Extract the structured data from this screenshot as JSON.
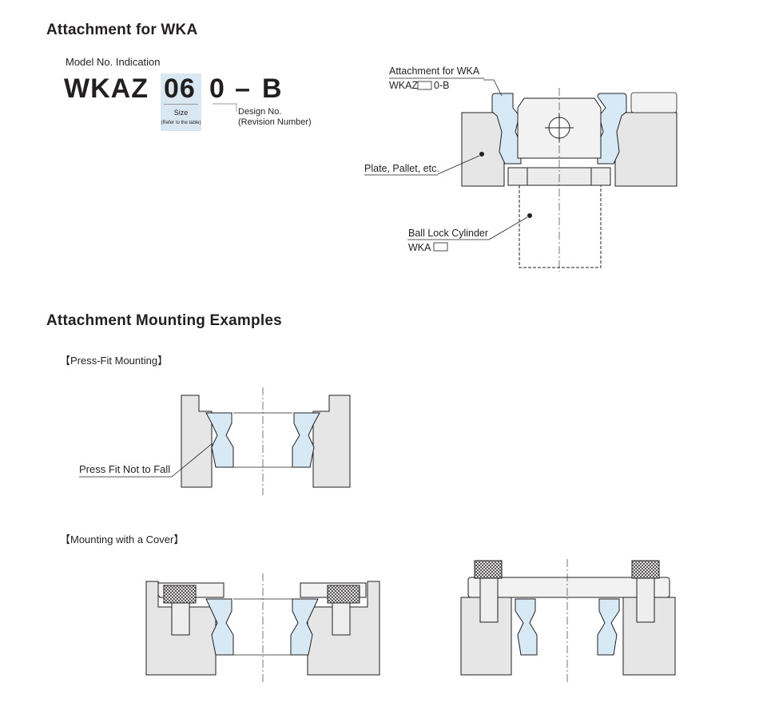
{
  "section1": {
    "title": "Attachment for WKA",
    "model_indication_label": "Model No. Indication",
    "code_prefix": "WKAZ",
    "code_size": "06",
    "code_design": "0",
    "code_dash": "–",
    "code_suffix": "B",
    "size_label": "Size",
    "size_note": "(Refer to the table)",
    "design_label": "Design No.",
    "design_note": "(Revision Number)"
  },
  "diagram1": {
    "attachment_label": "Attachment for WKA",
    "attachment_code_prefix": "WKAZ",
    "attachment_code_suffix": "0-B",
    "plate_label": "Plate, Pallet, etc.",
    "cylinder_label": "Ball Lock Cylinder",
    "cylinder_code": "WKA"
  },
  "section2": {
    "title": "Attachment Mounting Examples",
    "press_fit_heading": "【Press-Fit Mounting】",
    "press_fit_label": "Press Fit Not to Fall",
    "cover_heading": "【Mounting with a Cover】"
  },
  "colors": {
    "attachment_fill": "#d7e9f4",
    "plate_fill": "#e6e6e6",
    "line": "#231f20",
    "size_box": "#d9e7f3"
  }
}
